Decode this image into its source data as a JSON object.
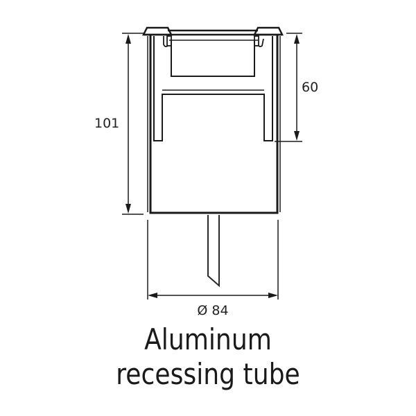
{
  "dimensions": {
    "height_total": "101",
    "height_inner": "60",
    "diameter": "Ø 84"
  },
  "caption": {
    "line1": "Aluminum",
    "line2": "recessing tube"
  },
  "colors": {
    "stroke": "#1a1a1a",
    "tube_fill": "#ffffff",
    "cable": "#2a2a2a"
  }
}
